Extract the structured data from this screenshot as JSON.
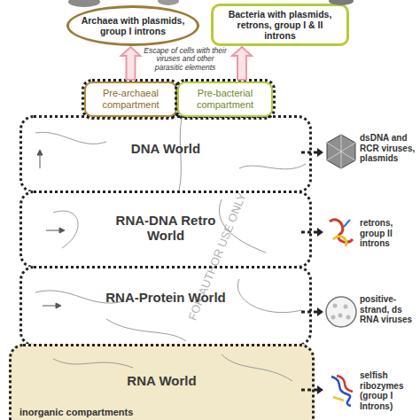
{
  "diagram": {
    "nodes": [
      {
        "text": [
          "Archaea with plasmids, group I introns"
        ]
      },
      {
        "text": [
          "Bacteria with plasmids, retrons, group I & II introns"
        ]
      },
      {
        "text": [
          "Pre-archaeal compartment"
        ]
      },
      {
        "text": [
          "Pre-bacterial compartment"
        ]
      },
      {
        "text": [
          "DNA World"
        ]
      },
      {
        "text": [
          "RNA-DNA Retro World"
        ]
      },
      {
        "text": [
          "RNA-Protein World"
        ]
      },
      {
        "text": [
          "RNA World"
        ]
      }
    ],
    "edges": [
      {
        "from": 2,
        "to": 0,
        "arrow": "to"
      },
      {
        "from": 3,
        "to": 1,
        "arrow": "to"
      }
    ],
    "labels": [
      "Escape of cells with their viruses and other parasitic elements",
      "dsDNA and RCR viruses, plasmids",
      "retrons, group II introns",
      "positive-strand, ds RNA viruses",
      "selfish ribozymes (group I Introns)",
      "FOR AUTHOR USE ONLY",
      "inorganic compartments"
    ]
  }
}
